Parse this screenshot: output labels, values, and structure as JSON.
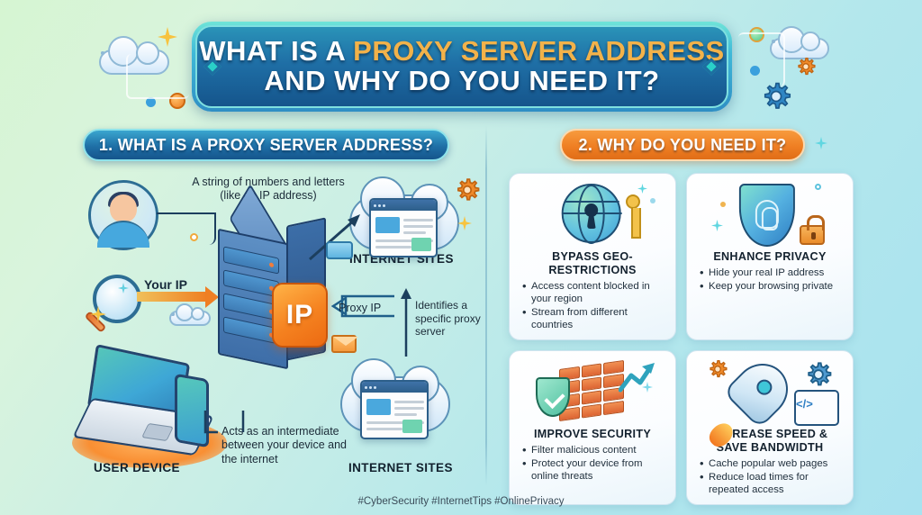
{
  "title": {
    "line1_plain": "WHAT IS A ",
    "line1_highlight": "PROXY SERVER ADDRESS",
    "line2": "AND WHY DO YOU NEED IT?"
  },
  "sections": {
    "left_pill": "1. WHAT IS A PROXY SERVER ADDRESS?",
    "right_pill": "2. WHY DO YOU NEED IT?"
  },
  "diagram": {
    "note_top": "A string of numbers and letters (like an IP address)",
    "note_right": "Identifies a specific proxy server",
    "note_bottom": "Acts as an intermediate between your device and the internet",
    "arrow_your_ip": "Your IP",
    "arrow_proxy_ip": "Proxy IP",
    "server_badge": "IP",
    "caption_user_device": "USER DEVICE",
    "caption_internet_sites_top": "INTERNET SITES",
    "caption_internet_sites_bottom": "INTERNET SITES"
  },
  "cards": [
    {
      "icon": "globe-keyhole-key-icon",
      "heading": "BYPASS GEO-RESTRICTIONS",
      "bullets": [
        "Access content blocked in your region",
        "Stream from different countries"
      ]
    },
    {
      "icon": "shield-fingerprint-lock-icon",
      "heading": "ENHANCE PRIVACY",
      "bullets": [
        "Hide your real IP address",
        "Keep your browsing private"
      ]
    },
    {
      "icon": "firewall-shield-check-icon",
      "heading": "IMPROVE SECURITY",
      "bullets": [
        "Filter malicious content",
        "Protect your device from online threats"
      ]
    },
    {
      "icon": "rocket-gears-code-icon",
      "heading": "INCREASE SPEED & SAVE BANDWIDTH",
      "bullets": [
        "Cache popular web pages",
        "Reduce load times for repeated access"
      ]
    }
  ],
  "footer": "#CyberSecurity #InternetTips #OnlinePrivacy",
  "colors": {
    "title_highlight": "#f2b24a",
    "pill_blue": "#1f6fa6",
    "pill_orange": "#ef7f23",
    "accent_orange": "#f58220",
    "accent_blue": "#2f7fb8",
    "background_start": "#d6f5d2",
    "background_end": "#a8e2ef"
  }
}
